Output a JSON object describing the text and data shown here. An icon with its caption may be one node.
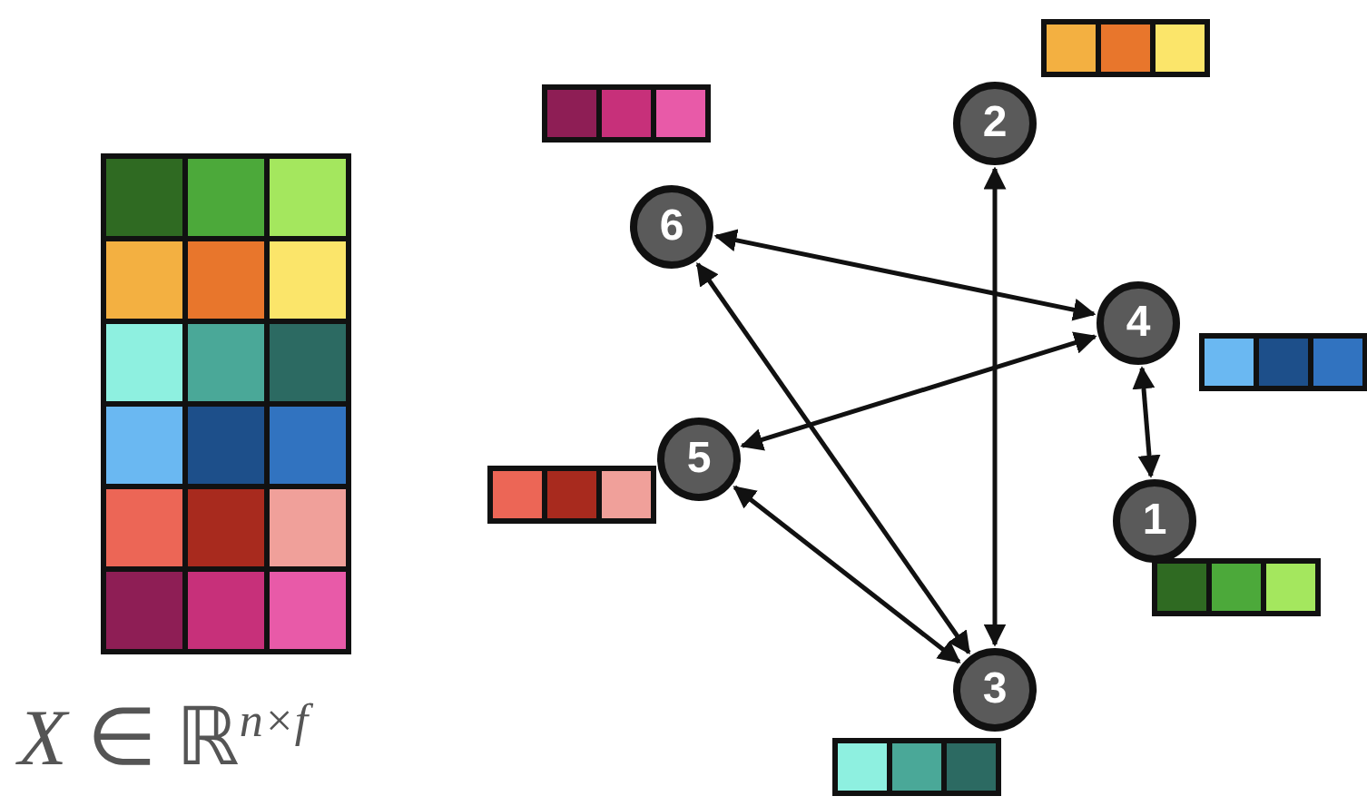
{
  "diagram": {
    "nodes": [
      {
        "text": [
          "2"
        ]
      },
      {
        "text": [
          "6"
        ]
      },
      {
        "text": [
          "4"
        ]
      },
      {
        "text": [
          "5"
        ]
      },
      {
        "text": [
          "1"
        ]
      },
      {
        "text": [
          "3"
        ]
      }
    ],
    "edges": [
      {
        "from": 1,
        "to": 2,
        "arrow": "both"
      },
      {
        "from": 2,
        "to": 3,
        "arrow": "both"
      },
      {
        "from": 2,
        "to": 4,
        "arrow": "both"
      },
      {
        "from": 5,
        "to": 0,
        "arrow": "both"
      },
      {
        "from": 5,
        "to": 1,
        "arrow": "both"
      },
      {
        "from": 5,
        "to": 3,
        "arrow": "both"
      }
    ],
    "labels": [
      "*X* ∈ ℝ$^{n×f}$"
    ]
  }
}
